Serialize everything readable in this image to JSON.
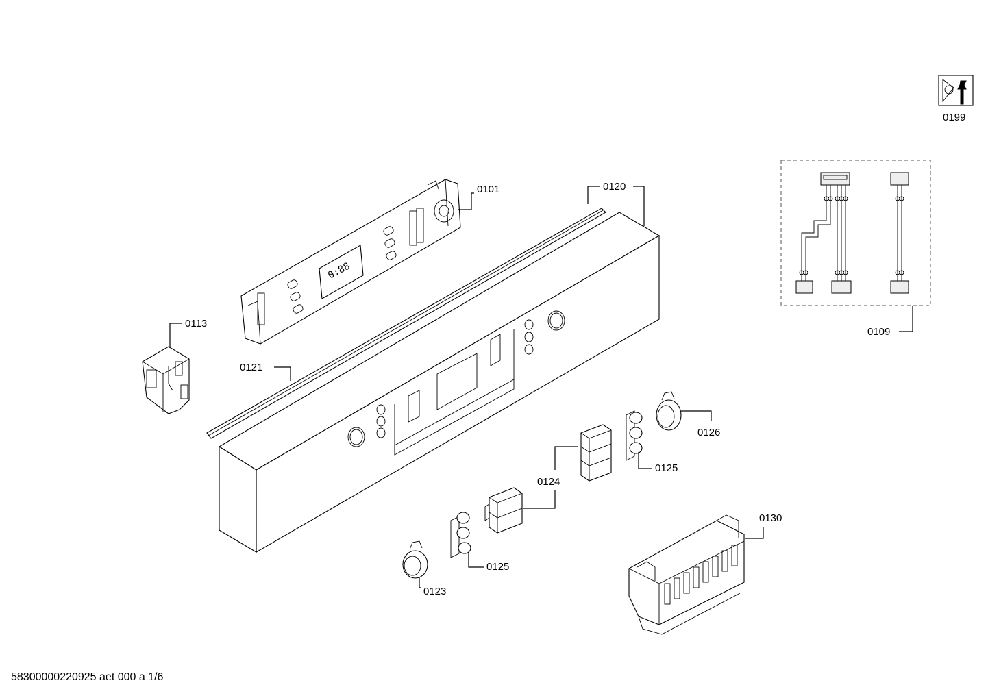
{
  "diagram": {
    "labels": {
      "p0101": "0101",
      "p0109": "0109",
      "p0113": "0113",
      "p0120": "0120",
      "p0121": "0121",
      "p0123": "0123",
      "p0124": "0124",
      "p0125a": "0125",
      "p0125b": "0125",
      "p0126": "0126",
      "p0130": "0130",
      "p0199": "0199"
    },
    "display_text": "0:88",
    "footer": "58300000220925 aet 000 a 1/6"
  }
}
